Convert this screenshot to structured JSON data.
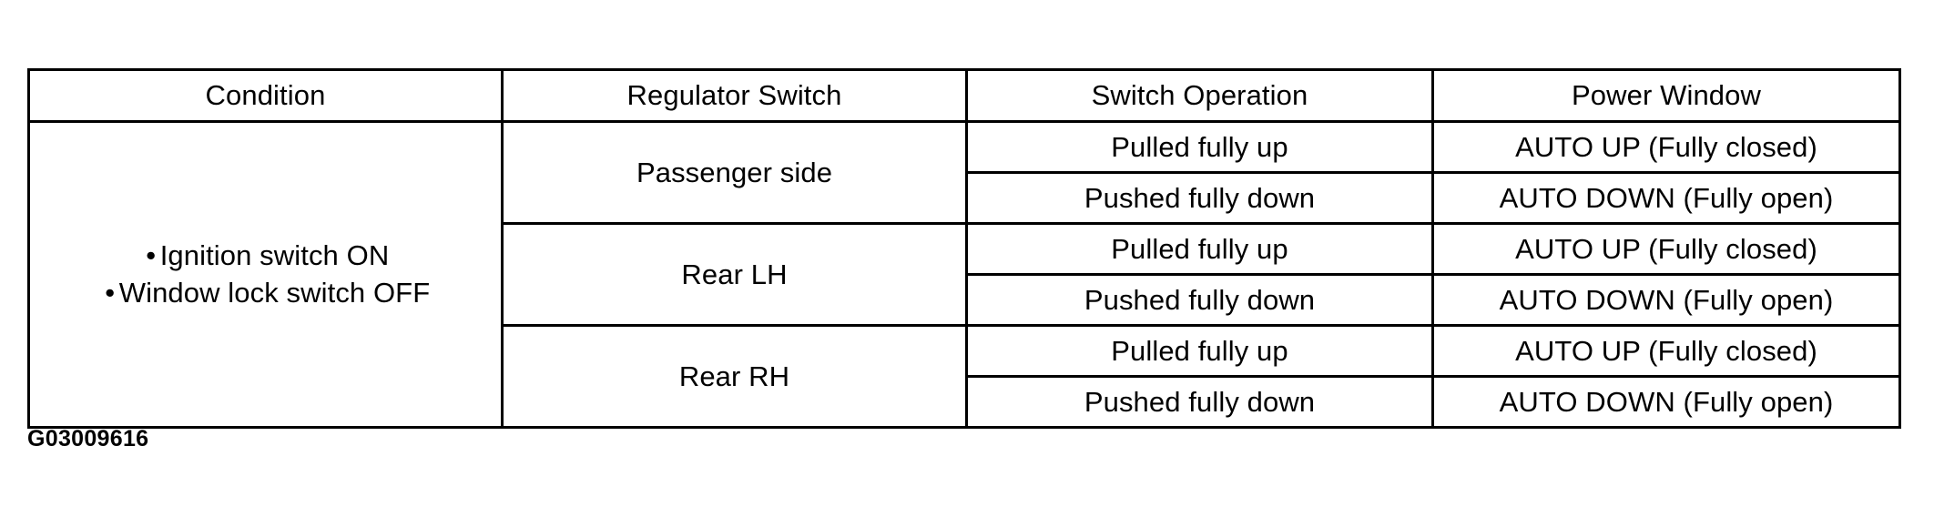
{
  "table": {
    "columns": [
      {
        "key": "condition",
        "label": "Condition"
      },
      {
        "key": "regulator_switch",
        "label": "Regulator Switch"
      },
      {
        "key": "switch_operation",
        "label": "Switch Operation"
      },
      {
        "key": "power_window",
        "label": "Power Window"
      }
    ],
    "condition": {
      "bullet_glyph": "•",
      "items": [
        "Ignition switch ON",
        "Window lock switch OFF"
      ]
    },
    "groups": [
      {
        "regulator_switch": "Passenger side",
        "rows": [
          {
            "switch_operation": "Pulled fully up",
            "power_window": "AUTO UP (Fully closed)"
          },
          {
            "switch_operation": "Pushed fully down",
            "power_window": "AUTO DOWN (Fully open)"
          }
        ]
      },
      {
        "regulator_switch": "Rear LH",
        "rows": [
          {
            "switch_operation": "Pulled fully up",
            "power_window": "AUTO UP (Fully closed)"
          },
          {
            "switch_operation": "Pushed fully down",
            "power_window": "AUTO DOWN (Fully open)"
          }
        ]
      },
      {
        "regulator_switch": "Rear RH",
        "rows": [
          {
            "switch_operation": "Pulled fully up",
            "power_window": "AUTO UP (Fully closed)"
          },
          {
            "switch_operation": "Pushed fully down",
            "power_window": "AUTO DOWN (Fully open)"
          }
        ]
      }
    ]
  },
  "figure_code": "G03009616",
  "colors": {
    "border": "#000000",
    "text": "#000000",
    "background": "#ffffff"
  }
}
